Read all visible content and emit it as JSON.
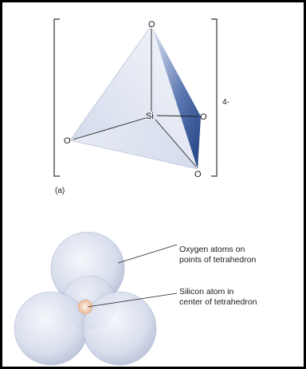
{
  "tetrahedron": {
    "charge": "4-",
    "panel_label": "(a)",
    "center_atom": "Si",
    "vertex_top": "O",
    "vertex_right": "O",
    "vertex_left": "O",
    "vertex_bottom_right": "O"
  },
  "space_filling": {
    "callout_oxygen_line1": "Oxygen atoms on",
    "callout_oxygen_line2": "points of tetrahedron",
    "callout_silicon_line1": "Silicon atom in",
    "callout_silicon_line2": "center of tetrahedron"
  },
  "colors": {
    "face_blue": "#2f4f8f",
    "sphere_fill": "#c9d1e6",
    "silicon_fill": "#f3d9c6",
    "line": "#1a1a1a"
  }
}
